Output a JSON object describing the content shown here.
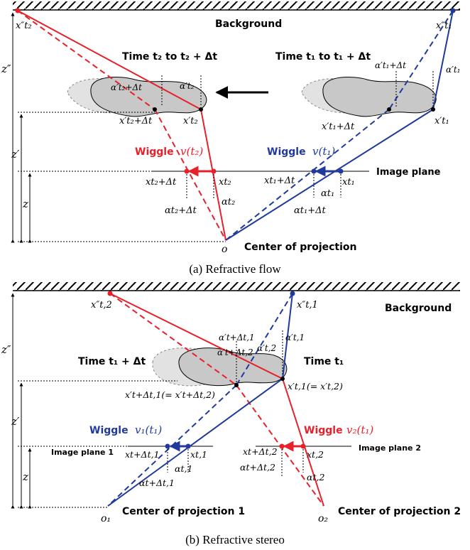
{
  "panel_a": {
    "background": "Background",
    "time_left": "Time t₂ to t₂ + Δt",
    "time_right": "Time t₁ to t₁ + Δt",
    "image_plane": "Image plane",
    "center": "Center of projection",
    "origin": "o",
    "wiggle_word": "Wiggle",
    "wiggle_left_fn": "v(t₂)",
    "wiggle_right_fn": "v(t₁)",
    "x_t2_bg": "x″t₂",
    "x_t1_bg": "x″t₁",
    "xp_t2_dt": "x′t₂+Δt",
    "xp_t2": "x′t₂",
    "xp_t1_dt": "x′t₁+Δt",
    "xp_t1": "x′t₁",
    "a_p_t2_dt": "α′t₂+Δt",
    "a_p_t2": "α′t₂",
    "a_p_t1_dt": "α′t₁+Δt",
    "a_p_t1": "α′t₁",
    "x_t2_dt": "xt₂+Δt",
    "x_t2": "xt₂",
    "x_t1_dt": "xt₁+Δt",
    "x_t1": "xt₁",
    "a_t2": "αt₂",
    "a_t2_dt": "αt₂+Δt",
    "a_t1": "αt₁",
    "a_t1_dt": "αt₁+Δt",
    "z2": "z″",
    "z1": "z′",
    "z0": "z",
    "caption": "(a) Refractive flow"
  },
  "panel_b": {
    "background": "Background",
    "time_left": "Time t₁ + Δt",
    "time_right": "Time t₁",
    "image_plane_1": "Image plane 1",
    "image_plane_2": "Image plane 2",
    "center_1": "Center of projection 1",
    "center_2": "Center of projection 2",
    "origin_1": "o₁",
    "origin_2": "o₂",
    "wiggle_word": "Wiggle",
    "wiggle_left_fn": "v₁(t₁)",
    "wiggle_right_fn": "v₂(t₁)",
    "x_t2_bg": "x″t,2",
    "x_t1_bg": "x″t,1",
    "a_p_dt1": "α′t+Δt,1",
    "a_p_t1": "α′t,1",
    "a_p_dt2": "α′t+Δt,2",
    "a_p_t2": "α′t,2",
    "xp_dt1": "x′t+Δt,1(= x′t+Δt,2)",
    "xp_t1": "x′t,1(= x′t,2)",
    "x_dt1": "xt+Δt,1",
    "x_t1": "xt,1",
    "x_dt2": "xt+Δt,2",
    "x_t2": "xt,2",
    "a_t1": "αt,1",
    "a_dt1": "αt+Δt,1",
    "a_dt2": "αt+Δt,2",
    "a_t2": "αt,2",
    "z2": "z″",
    "z1": "z′",
    "z0": "z",
    "caption": "(b) Refractive stereo"
  },
  "colors": {
    "red": "#e8202a",
    "blue": "#1f3a9c",
    "blob": "#c8c8c8",
    "ghost": "#e2e2e2"
  }
}
